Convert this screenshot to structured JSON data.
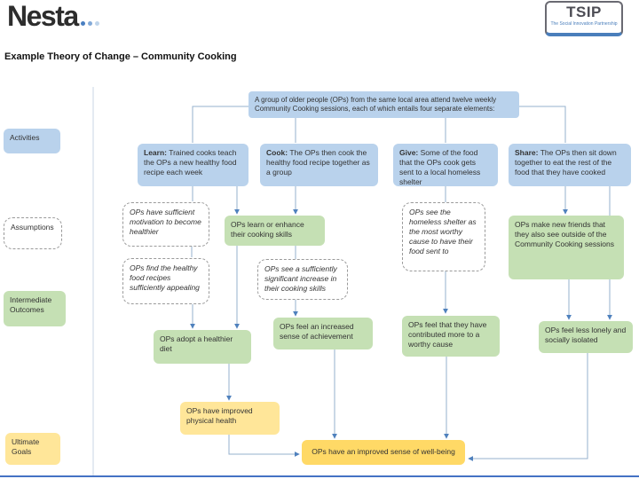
{
  "header": {
    "brand": "Nesta",
    "title": "Example Theory of Change – Community Cooking",
    "tsip": {
      "name": "TSIP",
      "tagline": "The Social Innovation Partnership"
    }
  },
  "legend": {
    "activities": "Activities",
    "assumptions": "Assumptions",
    "intermediate_outcomes": "Intermediate Outcomes",
    "ultimate_goals": "Ultimate Goals"
  },
  "diagram": {
    "top_box": "A group of older people (OPs) from the same local area attend twelve weekly Community Cooking sessions, each of which entails four separate elements:",
    "activities": [
      {
        "label": "Learn:",
        "text": "Trained cooks teach the OPs a new healthy food recipe each week"
      },
      {
        "label": "Cook:",
        "text": "The OPs then cook the healthy food recipe together as a group"
      },
      {
        "label": "Give:",
        "text": "Some of the food that the OPs cook gets sent to a local homeless shelter"
      },
      {
        "label": "Share:",
        "text": "The OPs then sit down together to eat the rest of the food that they have cooked"
      }
    ],
    "assumptions": [
      "OPs have sufficient motivation to become healthier",
      "OPs find the healthy food recipes sufficiently appealing",
      "OPs see a sufficiently significant increase in their cooking skills",
      "OPs see the homeless shelter as the most worthy cause to have their food sent to"
    ],
    "intermediate_outcomes": [
      "OPs learn or enhance their cooking skills",
      "OPs make new friends that they also see outside of the Community Cooking sessions",
      "OPs adopt a healthier diet",
      "OPs feel an increased sense of achievement",
      "OPs feel that they have contributed more to a worthy cause",
      "OPs feel less lonely and socially isolated"
    ],
    "ultimate_goals": [
      "OPs have improved physical health",
      "OPs have an improved sense of well-being"
    ]
  },
  "colors": {
    "activity_blue": "#b9d2ec",
    "outcome_green": "#c5e0b4",
    "goal_yellow": "#ffe699",
    "wellbeing_gold": "#ffd966",
    "connector_line": "#94b0ce",
    "arrowhead": "#4f81bd",
    "footer_line": "#4472c4",
    "nesta_dots": [
      "#4a7fc1",
      "#84abd8",
      "#bfd4ea"
    ]
  }
}
